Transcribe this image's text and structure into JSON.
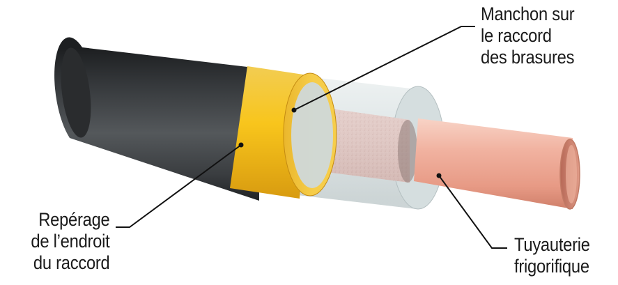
{
  "callouts": {
    "sleeve": {
      "lines": [
        "Manchon sur",
        "le raccord",
        "des brasures"
      ]
    },
    "joint_marking": {
      "lines": [
        "Repérage",
        "de l’endroit",
        "du raccord"
      ]
    },
    "pipe": {
      "lines": [
        "Tuyauterie",
        "frigorifique"
      ]
    }
  },
  "colors": {
    "insulation": "#3b3e41",
    "marking_band": "#f4c21f",
    "sleeve": "#d8e1e2",
    "copper_pipe": "#eea795",
    "leader_line": "#111111"
  }
}
